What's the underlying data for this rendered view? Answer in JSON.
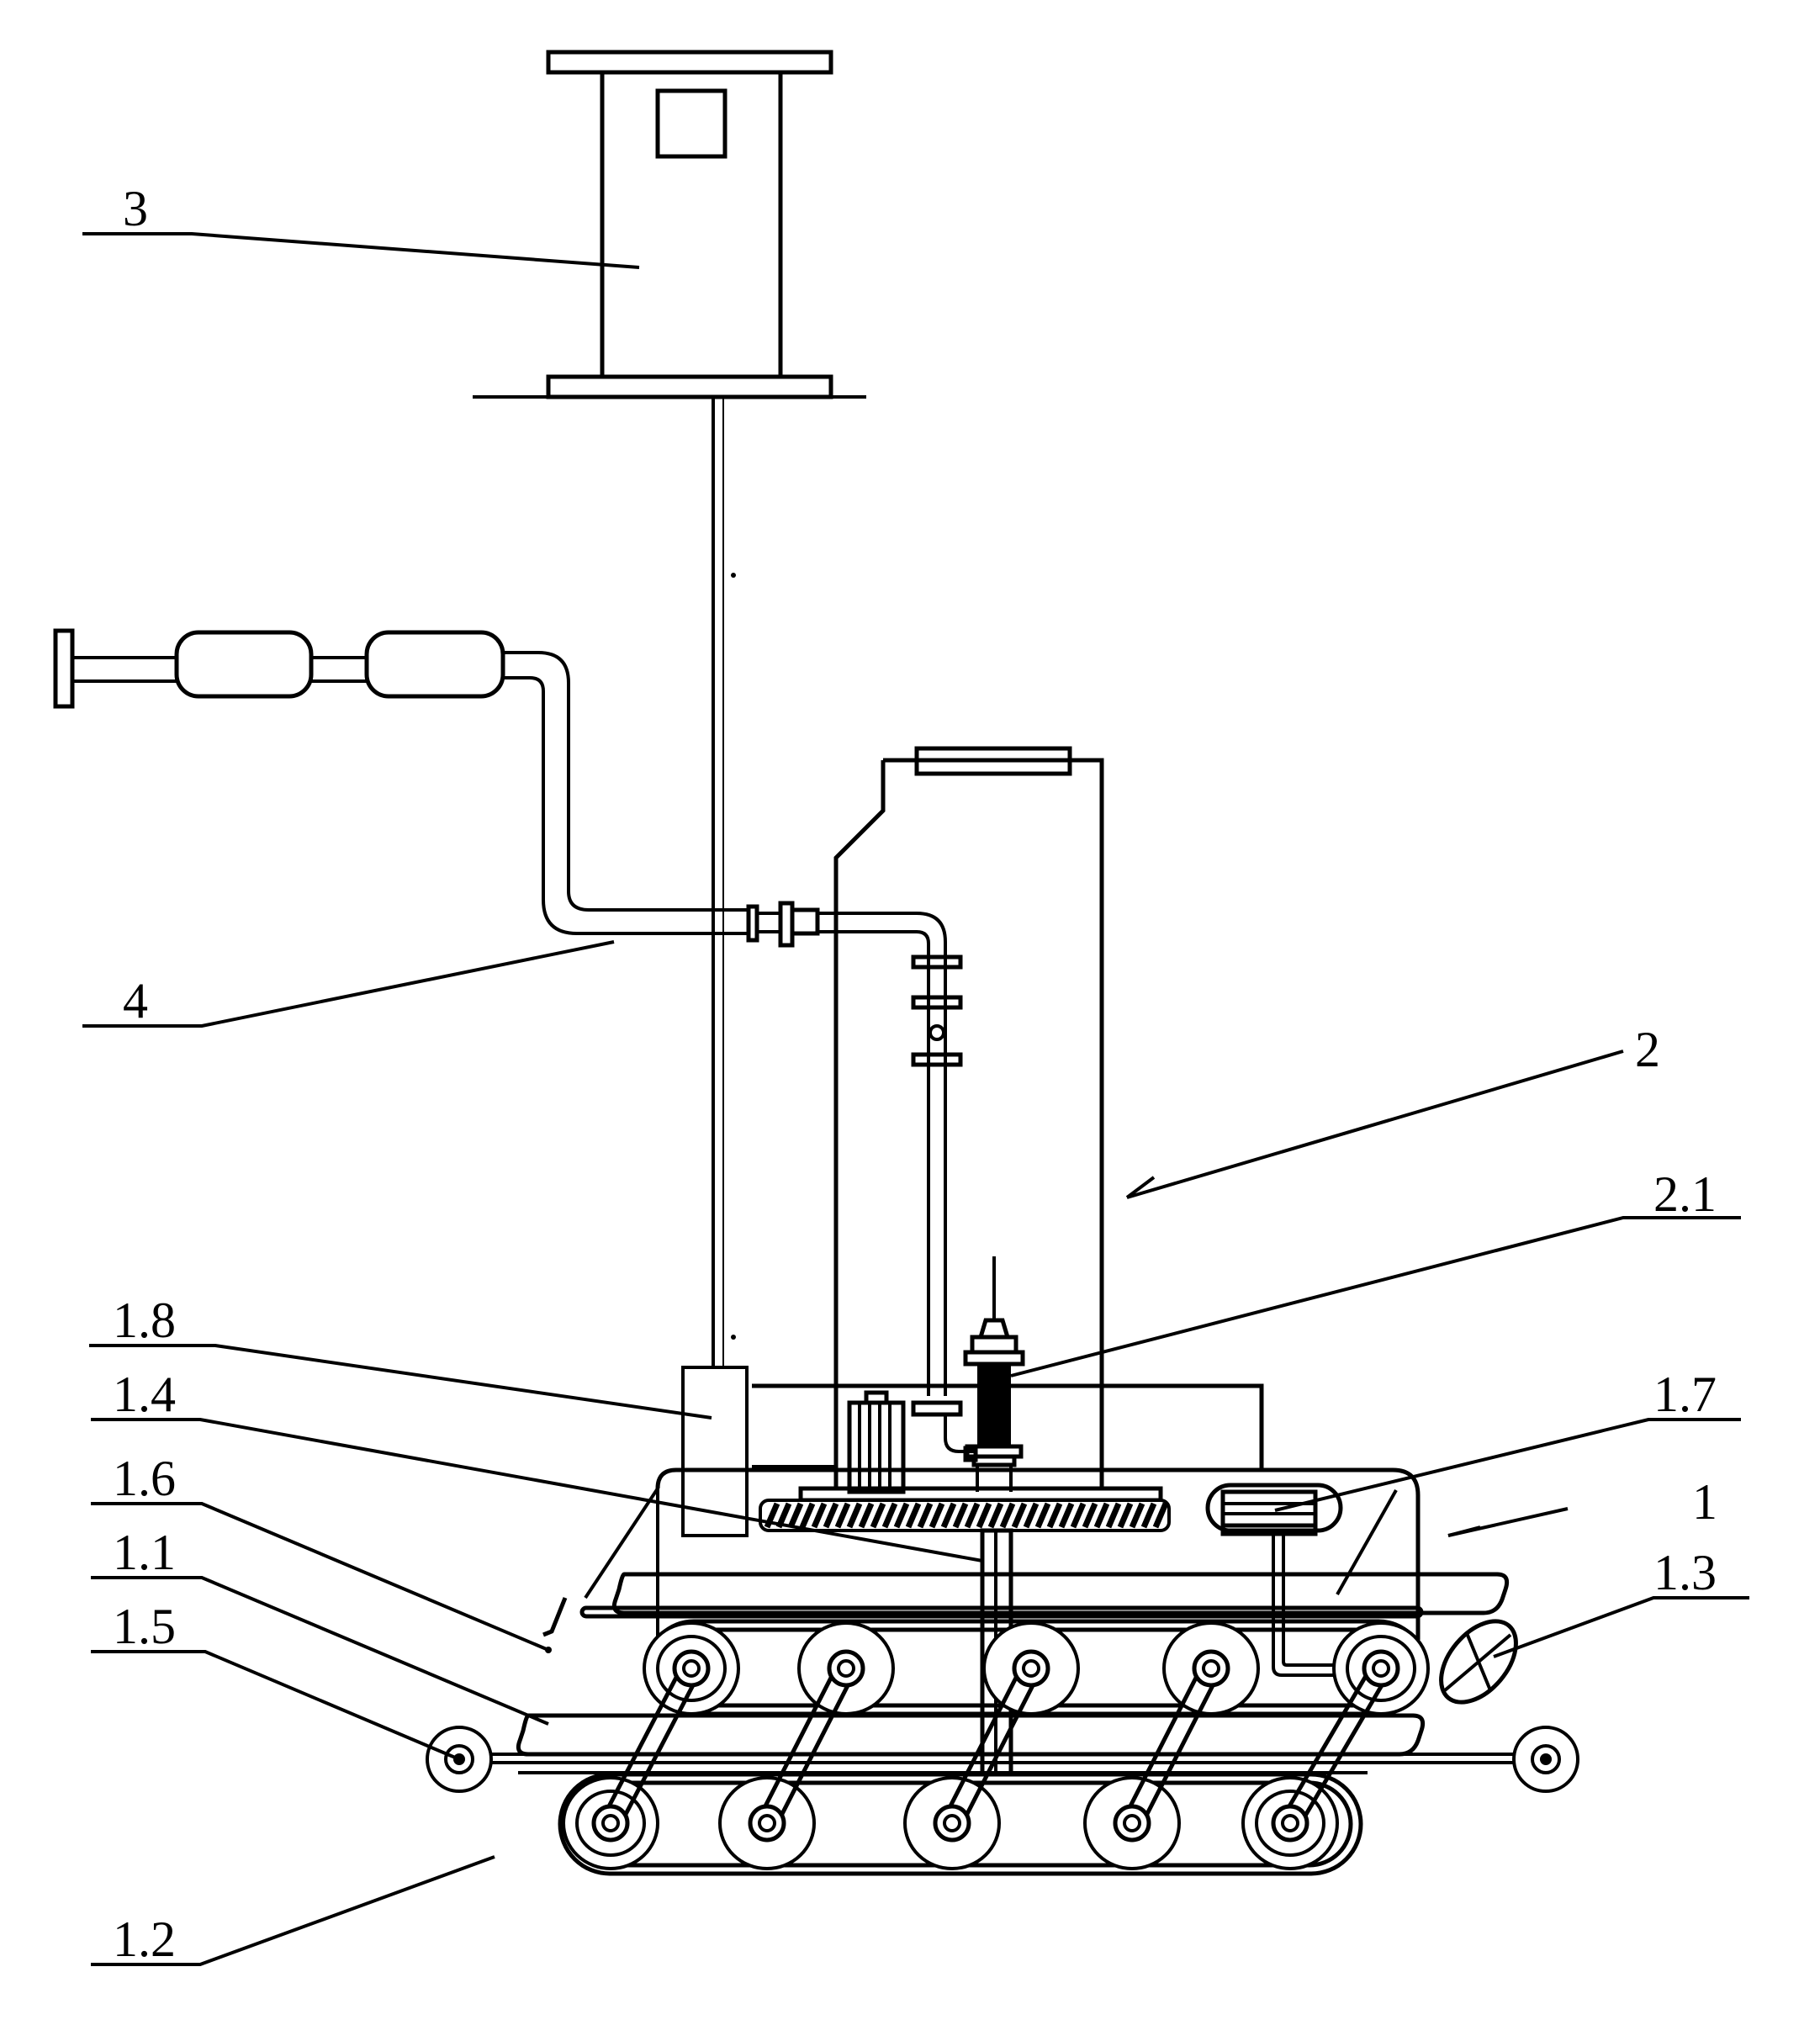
{
  "labels": [
    {
      "id": "3",
      "text": "3"
    },
    {
      "id": "4",
      "text": "4"
    },
    {
      "id": "2",
      "text": "2"
    },
    {
      "id": "2.1",
      "text": "2.1"
    },
    {
      "id": "1.8",
      "text": "1.8"
    },
    {
      "id": "1.4",
      "text": "1.4"
    },
    {
      "id": "1.6",
      "text": "1.6"
    },
    {
      "id": "1.1",
      "text": "1.1"
    },
    {
      "id": "1.5",
      "text": "1.5"
    },
    {
      "id": "1.7",
      "text": "1.7"
    },
    {
      "id": "1",
      "text": "1"
    },
    {
      "id": "1.3",
      "text": "1.3"
    },
    {
      "id": "1.2",
      "text": "1.2"
    }
  ]
}
